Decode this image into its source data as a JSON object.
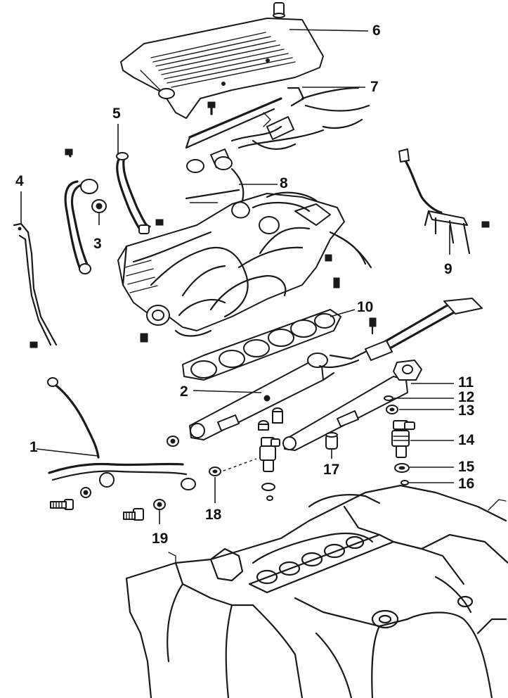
{
  "callouts": [
    {
      "id": "1",
      "label": "1"
    },
    {
      "id": "2",
      "label": "2"
    },
    {
      "id": "3",
      "label": "3"
    },
    {
      "id": "4",
      "label": "4"
    },
    {
      "id": "5",
      "label": "5"
    },
    {
      "id": "6",
      "label": "6"
    },
    {
      "id": "7",
      "label": "7"
    },
    {
      "id": "8",
      "label": "8"
    },
    {
      "id": "9",
      "label": "9"
    },
    {
      "id": "10",
      "label": "10"
    },
    {
      "id": "11",
      "label": "11"
    },
    {
      "id": "12",
      "label": "12"
    },
    {
      "id": "13",
      "label": "13"
    },
    {
      "id": "14",
      "label": "14"
    },
    {
      "id": "15",
      "label": "15"
    },
    {
      "id": "16",
      "label": "16"
    },
    {
      "id": "17",
      "label": "17"
    },
    {
      "id": "18",
      "label": "18"
    },
    {
      "id": "19",
      "label": "19"
    }
  ]
}
